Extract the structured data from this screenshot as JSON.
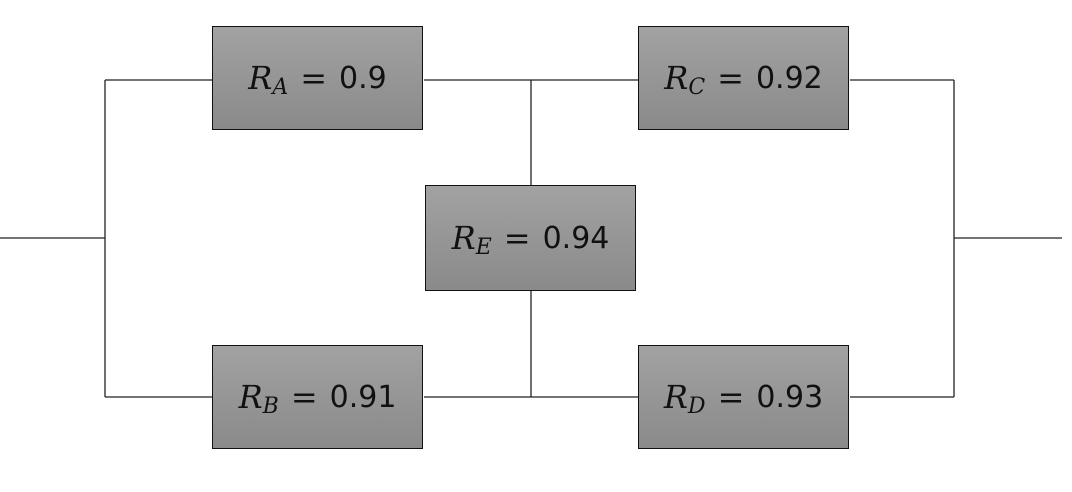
{
  "components": [
    {
      "id": "A",
      "symbol": "R",
      "subscript": "A",
      "equals": "=",
      "value": "0.9"
    },
    {
      "id": "B",
      "symbol": "R",
      "subscript": "B",
      "equals": "=",
      "value": "0.91"
    },
    {
      "id": "C",
      "symbol": "R",
      "subscript": "C",
      "equals": "=",
      "value": "0.92"
    },
    {
      "id": "D",
      "symbol": "R",
      "subscript": "D",
      "equals": "=",
      "value": "0.93"
    },
    {
      "id": "E",
      "symbol": "R",
      "subscript": "E",
      "equals": "=",
      "value": "0.94"
    }
  ],
  "colors": {
    "wire": "#222222",
    "box_top": "#a2a2a2",
    "box_bottom": "#8a8a8a"
  }
}
